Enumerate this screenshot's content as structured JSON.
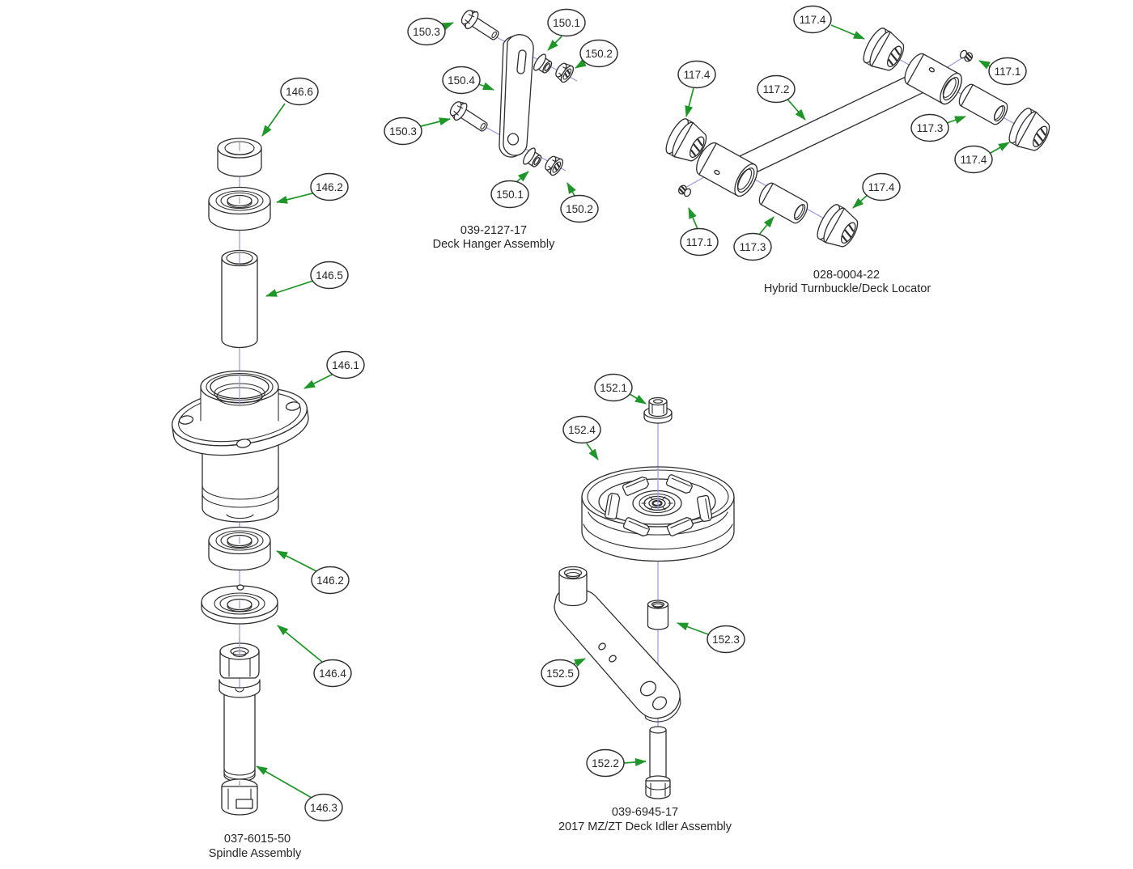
{
  "assemblies": {
    "spindle": {
      "part_number": "037-6015-50",
      "name": "Spindle Assembly",
      "callouts": [
        "146.6",
        "146.2",
        "146.5",
        "146.1",
        "146.2",
        "146.4",
        "146.3"
      ]
    },
    "deck_hanger": {
      "part_number": "039-2127-17",
      "name": "Deck Hanger Assembly",
      "callouts": [
        "150.3",
        "150.1",
        "150.2",
        "150.4",
        "150.3",
        "150.1",
        "150.2"
      ]
    },
    "turnbuckle": {
      "part_number": "028-0004-22",
      "name": "Hybrid Turnbuckle/Deck Locator",
      "callouts": [
        "117.4",
        "117.4",
        "117.2",
        "117.1",
        "117.3",
        "117.4",
        "117.4",
        "117.1",
        "117.3"
      ]
    },
    "idler": {
      "part_number": "039-6945-17",
      "name": "2017 MZ/ZT Deck Idler Assembly",
      "callouts": [
        "152.1",
        "152.4",
        "152.3",
        "152.5",
        "152.2"
      ]
    }
  },
  "colors": {
    "line": "#2e2e2e",
    "arrow_green": "#1e9628",
    "centerline_blue": "#9696eb",
    "background": "#ffffff",
    "text": "#262626"
  }
}
